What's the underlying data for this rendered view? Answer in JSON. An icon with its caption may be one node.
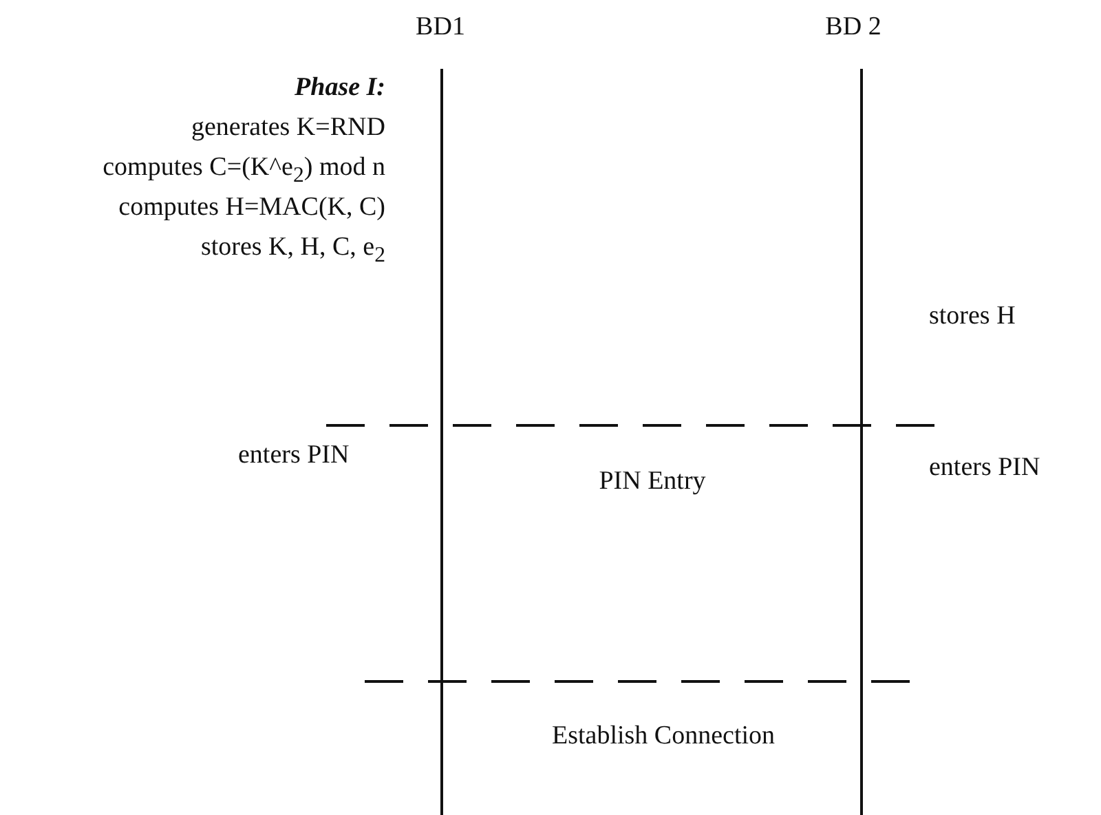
{
  "diagram": {
    "labels": [
      "BD1",
      "BD 2",
      "Phase I:",
      "generates K=RND",
      "computes C=(K^e$_{2}$) mod n",
      "computes H=MAC(K, C)",
      "stores K, H, C, e$_{2}$",
      "stores H",
      "enters PIN",
      "PIN Entry",
      "enters PIN",
      "Establish Connection"
    ]
  }
}
